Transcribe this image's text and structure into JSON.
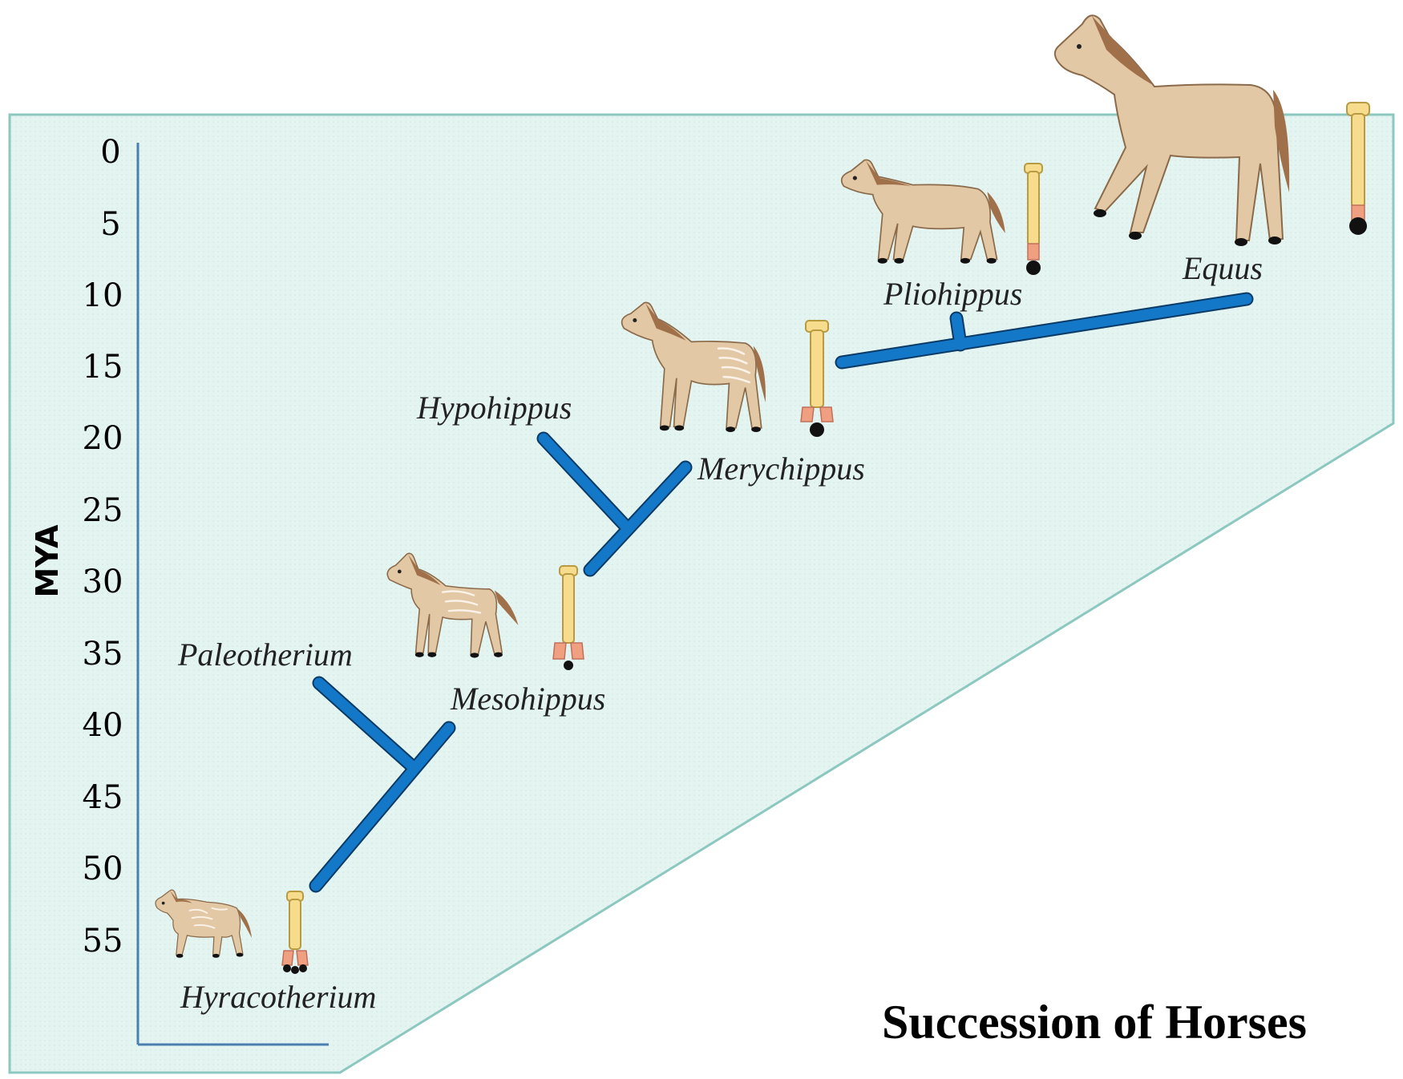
{
  "diagram": {
    "title": "Succession of Horses",
    "axis_label": "MYA",
    "ticks": [
      "0",
      "5",
      "10",
      "15",
      "20",
      "25",
      "30",
      "35",
      "40",
      "45",
      "50",
      "55"
    ],
    "genera": {
      "hyracotherium": "Hyracotherium",
      "paleotherium": "Paleotherium",
      "mesohippus": "Mesohippus",
      "hypohippus": "Hypohippus",
      "merychippus": "Merychippus",
      "pliohippus": "Pliohippus",
      "equus": "Equus"
    },
    "colors": {
      "panel_fill": "#e4f4f0",
      "panel_border": "#8cc8c0",
      "branch": "#1478c8",
      "axis": "#4a7fb0"
    }
  }
}
